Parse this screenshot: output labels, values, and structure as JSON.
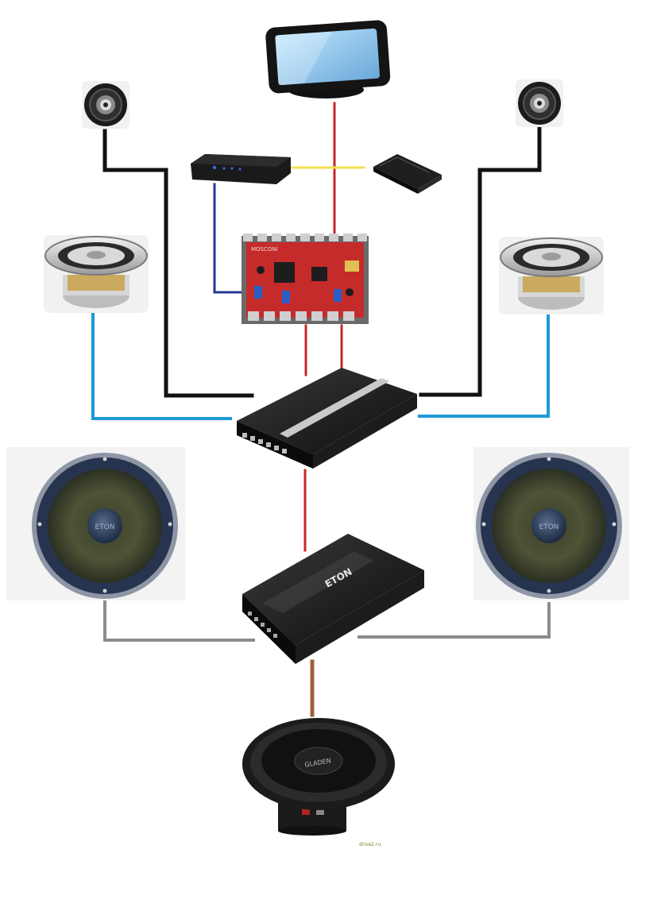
{
  "diagram": {
    "colors": {
      "power": "#c62828",
      "video": "#f4e04d",
      "data": "#283593",
      "tweeter": "#111111",
      "midrange": "#1e9ad6",
      "woofer": "#8c8c8c",
      "subwoofer": "#a0613a"
    },
    "components": [
      {
        "id": "head-unit",
        "icon": "monitor-icon"
      },
      {
        "id": "media-player",
        "icon": "media-player-icon"
      },
      {
        "id": "hard-drive",
        "icon": "hard-drive-icon"
      },
      {
        "id": "dsp-board",
        "icon": "dsp-board-icon",
        "text": "MOSCONI"
      },
      {
        "id": "tweeter-left",
        "icon": "tweeter-icon"
      },
      {
        "id": "tweeter-right",
        "icon": "tweeter-icon"
      },
      {
        "id": "midrange-left",
        "icon": "midrange-speaker-icon"
      },
      {
        "id": "midrange-right",
        "icon": "midrange-speaker-icon"
      },
      {
        "id": "amplifier-4ch",
        "icon": "amplifier-icon"
      },
      {
        "id": "woofer-left",
        "icon": "woofer-icon",
        "text": "ETON"
      },
      {
        "id": "woofer-right",
        "icon": "woofer-icon",
        "text": "ETON"
      },
      {
        "id": "amplifier-eton",
        "icon": "amplifier-icon",
        "text": "ETON"
      },
      {
        "id": "subwoofer",
        "icon": "subwoofer-icon",
        "text": "GLADEN"
      }
    ],
    "watermark": "drive2.ru"
  }
}
